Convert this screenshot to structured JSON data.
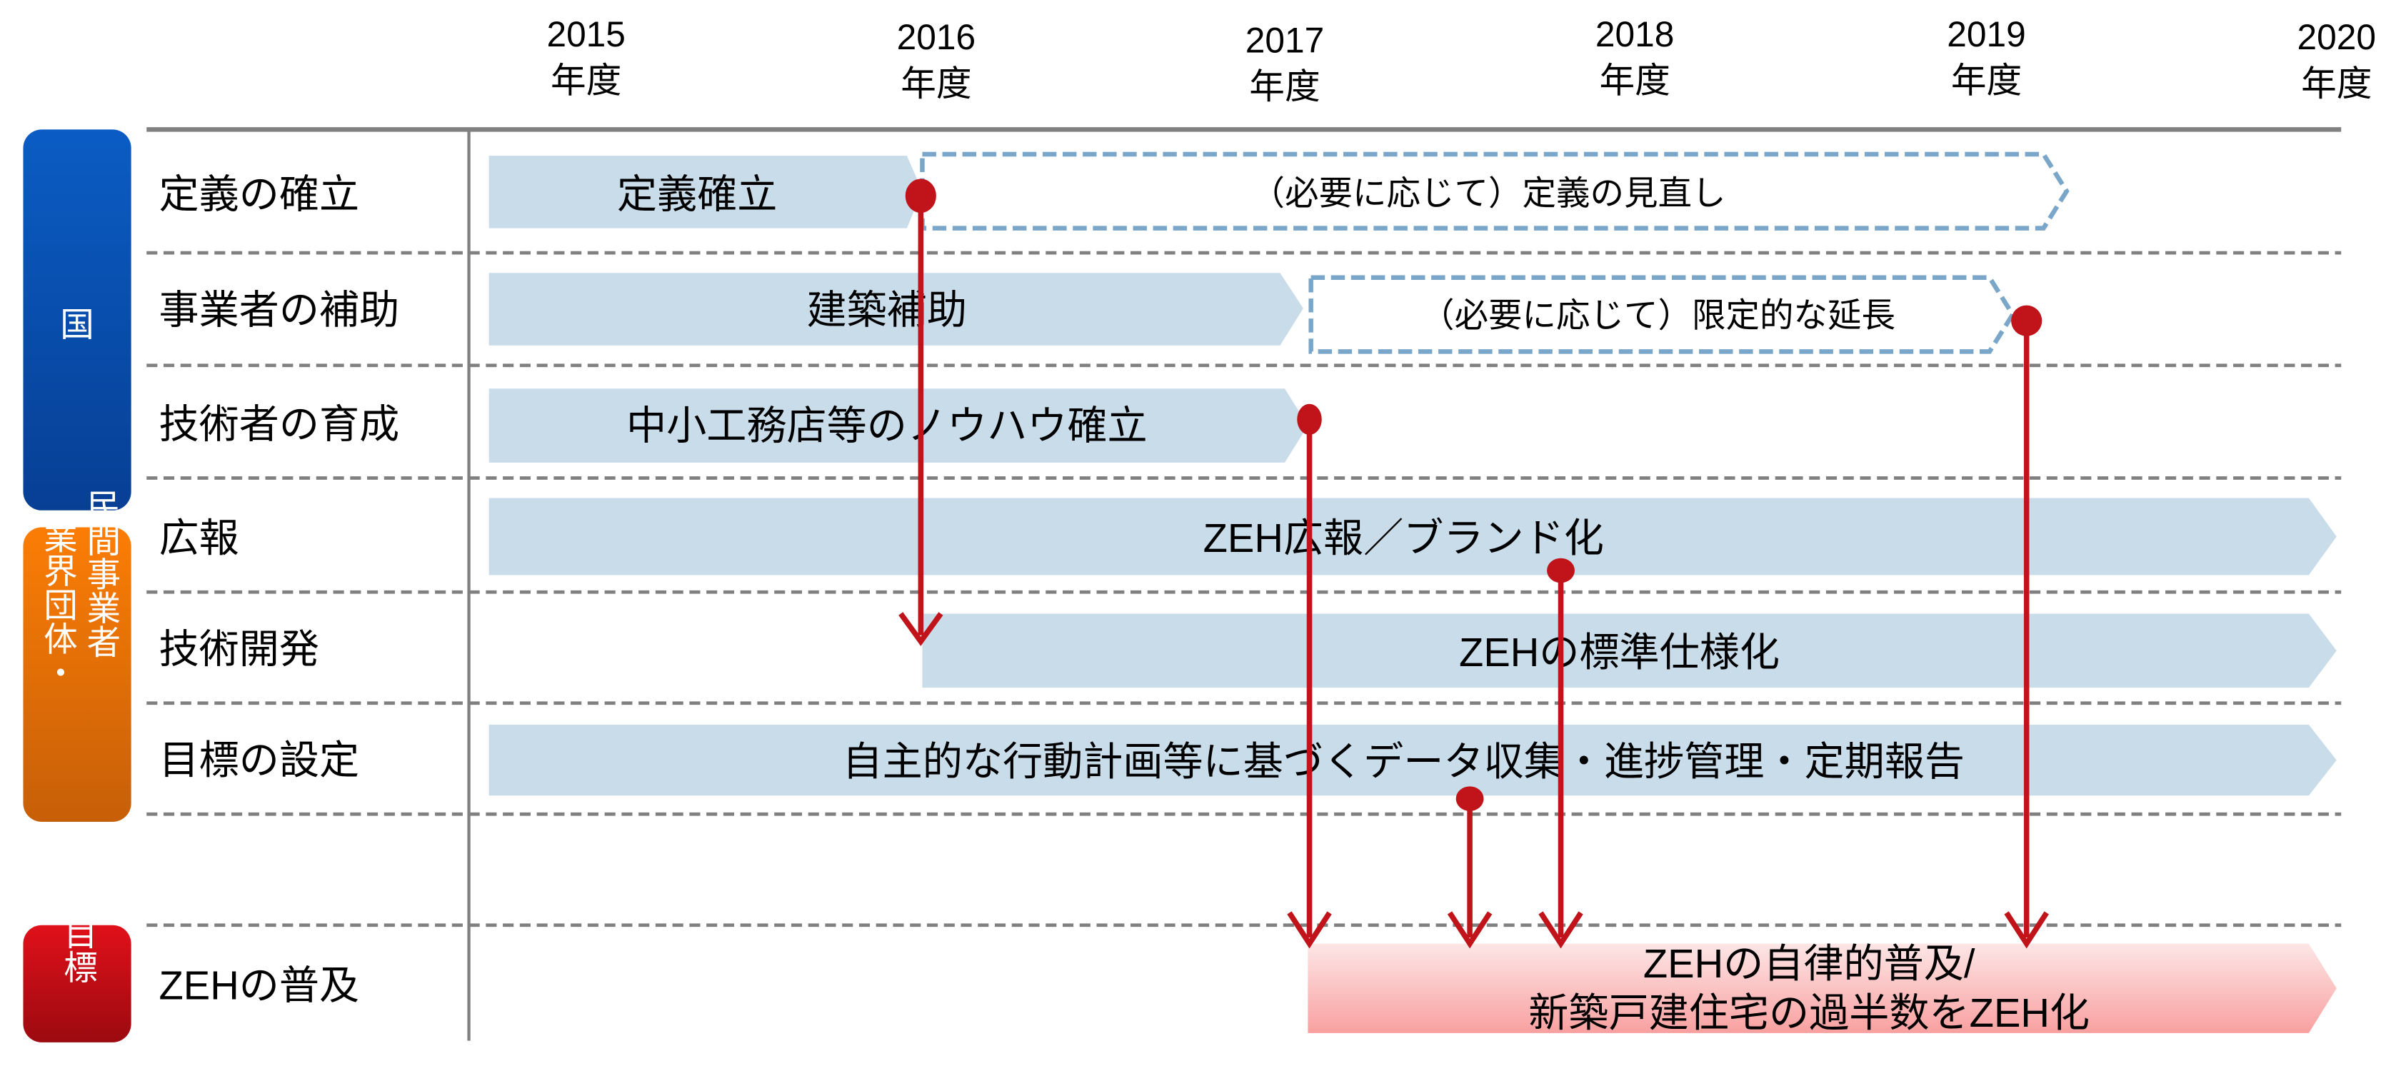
{
  "years": [
    {
      "year": "2015",
      "suffix": "年度"
    },
    {
      "year": "2016",
      "suffix": "年度"
    },
    {
      "year": "2017",
      "suffix": "年度"
    },
    {
      "year": "2018",
      "suffix": "年度"
    },
    {
      "year": "2019",
      "suffix": "年度"
    },
    {
      "year": "2020",
      "suffix": "年度"
    }
  ],
  "groups": {
    "national": {
      "label": "国",
      "color": "#0a56b8"
    },
    "private": {
      "label_col1": "民間事業者",
      "label_col2": "業界団体・",
      "color": "#e8720c"
    },
    "goal": {
      "label": "目標",
      "color": "#c8101a"
    }
  },
  "rows": [
    {
      "label": "定義の確立",
      "bar": "定義確立",
      "dashed": "（必要に応じて）定義の見直し"
    },
    {
      "label": "事業者の補助",
      "bar": "建築補助",
      "dashed": "（必要に応じて）限定的な延長"
    },
    {
      "label": "技術者の育成",
      "bar": "中小工務店等のノウハウ確立"
    },
    {
      "label": "広報",
      "bar": "ZEH広報／ブランド化"
    },
    {
      "label": "技術開発",
      "bar": "ZEHの標準仕様化"
    },
    {
      "label": "目標の設定",
      "bar": "自主的な行動計画等に基づくデータ収集・進捗管理・定期報告"
    },
    {
      "label": "ZEHの普及",
      "bar_line1": "ZEHの自律的普及/",
      "bar_line2": "新築戸建住宅の過半数をZEH化"
    }
  ],
  "colors": {
    "bar": "#c9dcea",
    "dashed_outline": "#7aa7c9",
    "arrow": "#c0141a",
    "goal_bar_top": "#fde3e3",
    "goal_bar_bottom": "#f9a0a0"
  }
}
